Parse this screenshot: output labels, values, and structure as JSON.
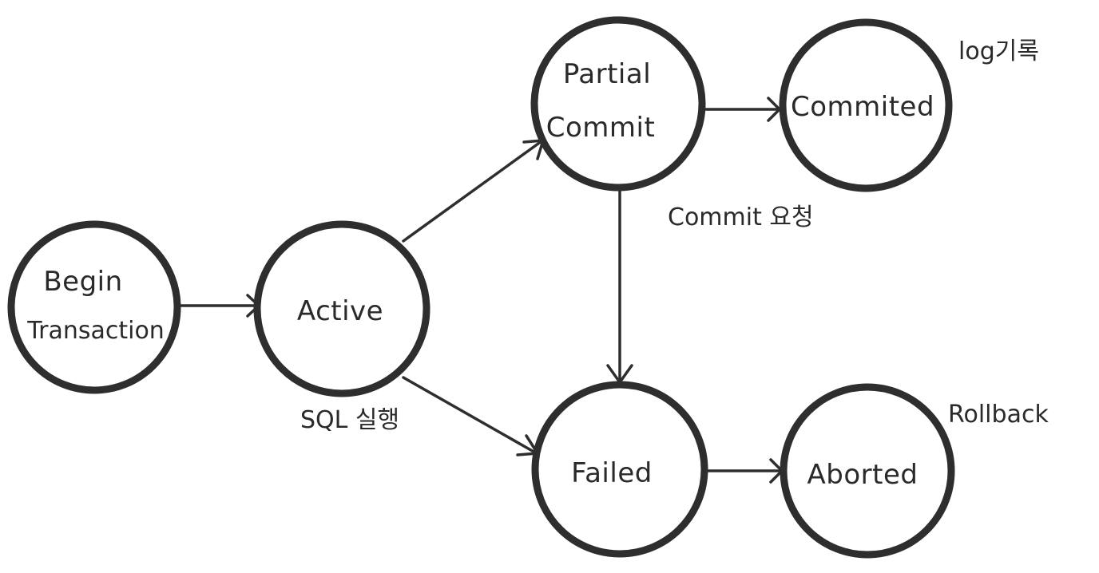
{
  "diagram": {
    "nodes": {
      "begin": {
        "line1": "Begin",
        "line2": "Transaction"
      },
      "active": {
        "label": "Active"
      },
      "partial_commit": {
        "line1": "Partial",
        "line2": "Commit"
      },
      "commited": {
        "label": "Commited"
      },
      "failed": {
        "label": "Failed"
      },
      "aborted": {
        "label": "Aborted"
      }
    },
    "annotations": {
      "sql_exec": "SQL 실행",
      "commit_request": "Commit 요청",
      "log_record": "log기록",
      "rollback": "Rollback"
    },
    "colors": {
      "stroke": "#2e2e2e",
      "text": "#2a2a2a",
      "background": "#ffffff"
    }
  }
}
